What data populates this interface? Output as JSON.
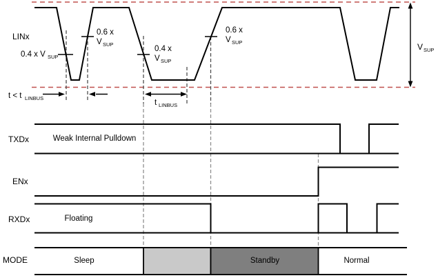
{
  "signals": {
    "lin": {
      "label": "LINx"
    },
    "txd": {
      "label": "TXDx",
      "state": "Weak Internal Pulldown"
    },
    "en": {
      "label": "ENx"
    },
    "rxd": {
      "label": "RXDx",
      "state": "Floating"
    },
    "mode": {
      "label": "MODE",
      "states": [
        "Sleep",
        "Standby",
        "Normal"
      ]
    }
  },
  "annotations": {
    "threshold_04_inline": "0.4 x V",
    "threshold_04_line1": "0.4 x",
    "threshold_06_line1": "0.6 x",
    "v_symbol": "V",
    "sup_subscript": "SUP",
    "t_less_than_prefix": "t < t",
    "t_symbol": "t",
    "linbus_subscript": "LINBUS"
  },
  "colors": {
    "reference_red": "#c0504d",
    "mode_transition_fill": "#c9c9c9",
    "mode_standby_fill": "#7f7f7f"
  }
}
